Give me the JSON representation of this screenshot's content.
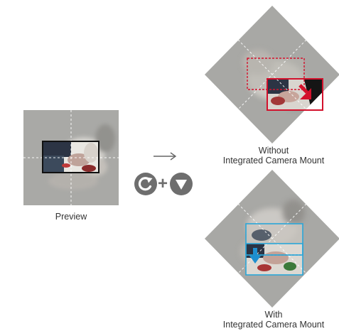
{
  "preview": {
    "label": "Preview"
  },
  "operation": {
    "plus_sign": "+",
    "rotate_icon": "rotate-cw-icon",
    "tilt_icon": "triangle-down-icon",
    "arrow_icon": "arrow-right-icon"
  },
  "without": {
    "line1": "Without",
    "line2": "Integrated Camera Mount",
    "frame_color": "#d3112c",
    "arrow_color": "#d3112c"
  },
  "with": {
    "line1": "With",
    "line2": "Integrated Camera Mount",
    "frame_color": "#2aa6d8",
    "arrow_color": "#1e8fd0"
  },
  "colors": {
    "photo_bg": "#a7a7a4",
    "icon_gray": "#6e6e6e"
  }
}
